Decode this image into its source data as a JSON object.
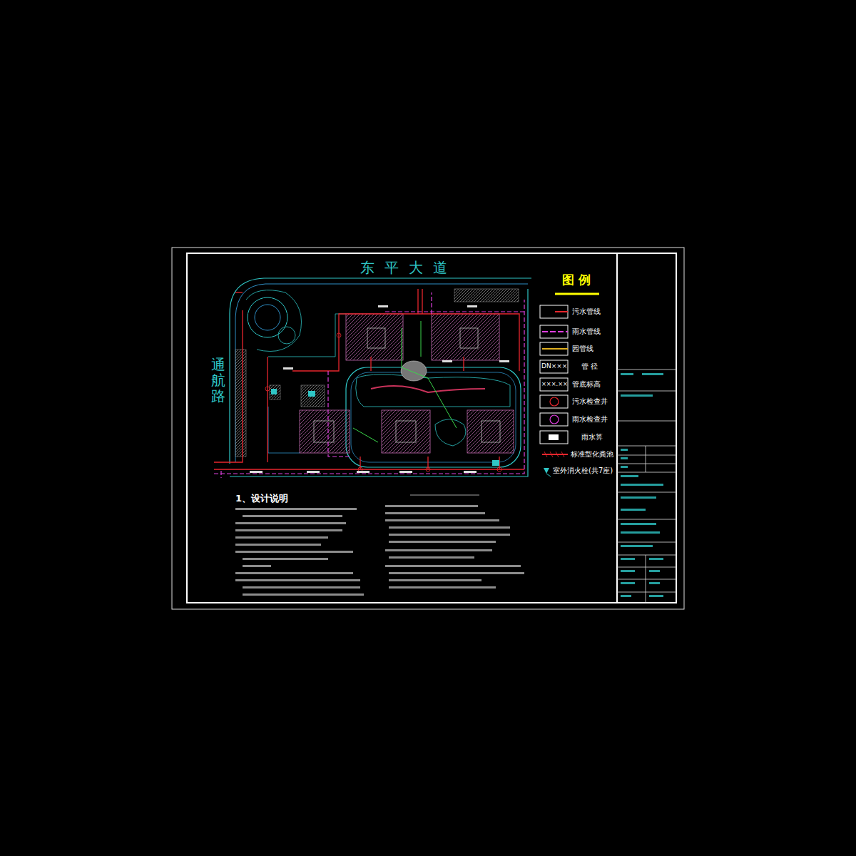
{
  "diagram": {
    "labels": [
      "东平大道",
      "通航路",
      "图 例",
      "DN×××",
      "×××.××",
      "1、设计说明"
    ],
    "legend": [
      {
        "text": "污水管线"
      },
      {
        "text": "雨水管线"
      },
      {
        "text": "园管线"
      },
      {
        "text": "管 径"
      },
      {
        "text": "管底标高"
      },
      {
        "text": "污水检查井"
      },
      {
        "text": "雨水检查井"
      },
      {
        "text": "雨水箅"
      },
      {
        "text": "标准型化粪池"
      },
      {
        "text": "室外消火栓(共7座)"
      }
    ]
  }
}
